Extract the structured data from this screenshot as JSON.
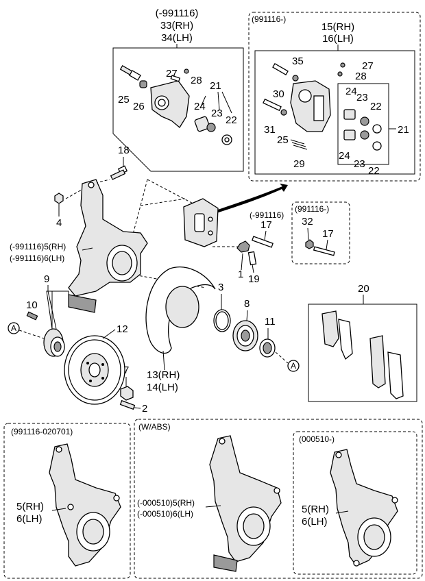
{
  "groups": {
    "caliper_old": {
      "code": "(-991116)",
      "rh": "33(RH)",
      "lh": "34(LH)"
    },
    "caliper_new": {
      "code": "(991116-)",
      "rh": "15(RH)",
      "lh": "16(LH)"
    },
    "bolt_new": {
      "code": "(991116-)"
    },
    "knuckle_old": {
      "rh": "(-991116)5(RH)",
      "lh": "(-991116)6(LH)"
    },
    "bottom_left": {
      "code": "(991116-020701)",
      "rh": "5(RH)",
      "lh": "6(LH)"
    },
    "bottom_abs": {
      "title": "(W/ABS)",
      "rh": "(-000510)5(RH)",
      "lh": "(-000510)6(LH)"
    },
    "bottom_right": {
      "code": "(000510-)",
      "rh": "5(RH)",
      "lh": "6(LH)"
    },
    "disc": {
      "rh": "13(RH)",
      "lh": "14(LH)"
    }
  },
  "callouts": {
    "c1": "1",
    "c2": "2",
    "c3": "3",
    "c4": "4",
    "c7": "7",
    "c8": "8",
    "c9": "9",
    "c10": "10",
    "c11": "11",
    "c12": "12",
    "c17a": "17",
    "c17b": "17",
    "c18": "18",
    "c19": "19",
    "c20": "20",
    "c21a": "21",
    "c21b": "21",
    "c22a": "22",
    "c22b": "22",
    "c22c": "22",
    "c23a": "23",
    "c23b": "23",
    "c23c": "23",
    "c24a": "24",
    "c24b": "24",
    "c24c": "24",
    "c25a": "25",
    "c25b": "25",
    "c26": "26",
    "c27a": "27",
    "c27b": "27",
    "c28a": "28",
    "c28b": "28",
    "c29": "29",
    "c30": "30",
    "c31": "31",
    "c32": "32",
    "c35": "35",
    "refA1": "A",
    "refA2": "A"
  }
}
